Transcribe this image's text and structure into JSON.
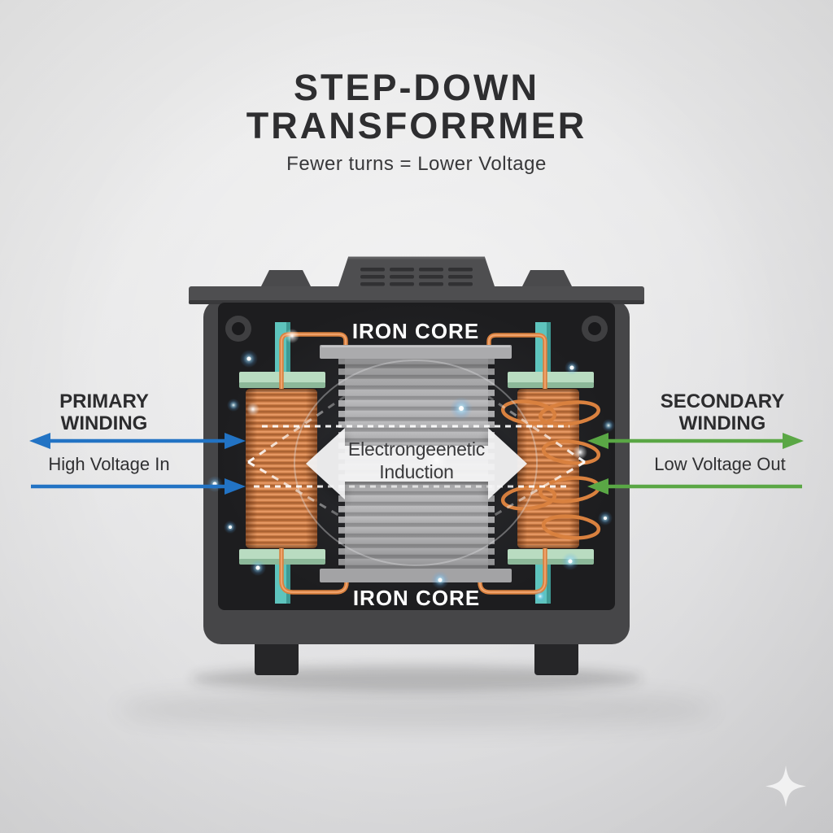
{
  "title": {
    "line1": "STEP-DOWN",
    "line2": "TRANSFORRMER",
    "subtitle": "Fewer turns = Lower Voltage"
  },
  "transformer": {
    "iron_core_top_label": "IRON CORE",
    "iron_core_bottom_label": "IRON CORE",
    "induction_label_line1": "Electrongeenetic",
    "induction_label_line2": "Induction"
  },
  "primary": {
    "label_line1": "PRIMARY",
    "label_line2": "WINDING",
    "sublabel": "High Voltage In",
    "arrow_color": "#2273c4"
  },
  "secondary": {
    "label_line1": "SECONDARY",
    "label_line2": "WINDING",
    "sublabel": "Low Voltage Out",
    "arrow_color": "#5aa745"
  },
  "colors": {
    "background_gray": "#e6e6e7",
    "title_text": "#2e2e30",
    "primary_arrow_blue": "#2273c4",
    "secondary_arrow_green": "#5aa745",
    "copper_coil": "#d9813f",
    "teal_support": "#5ec4bd",
    "bracket_green": "#b9dcc1",
    "casing_gray": "#464648",
    "panel_black": "#1d1d1f",
    "core_gray": "#b7b7b9",
    "core_label_white": "#ffffff"
  },
  "decorations": {
    "sparkle_icon": "four-point-sparkle"
  }
}
